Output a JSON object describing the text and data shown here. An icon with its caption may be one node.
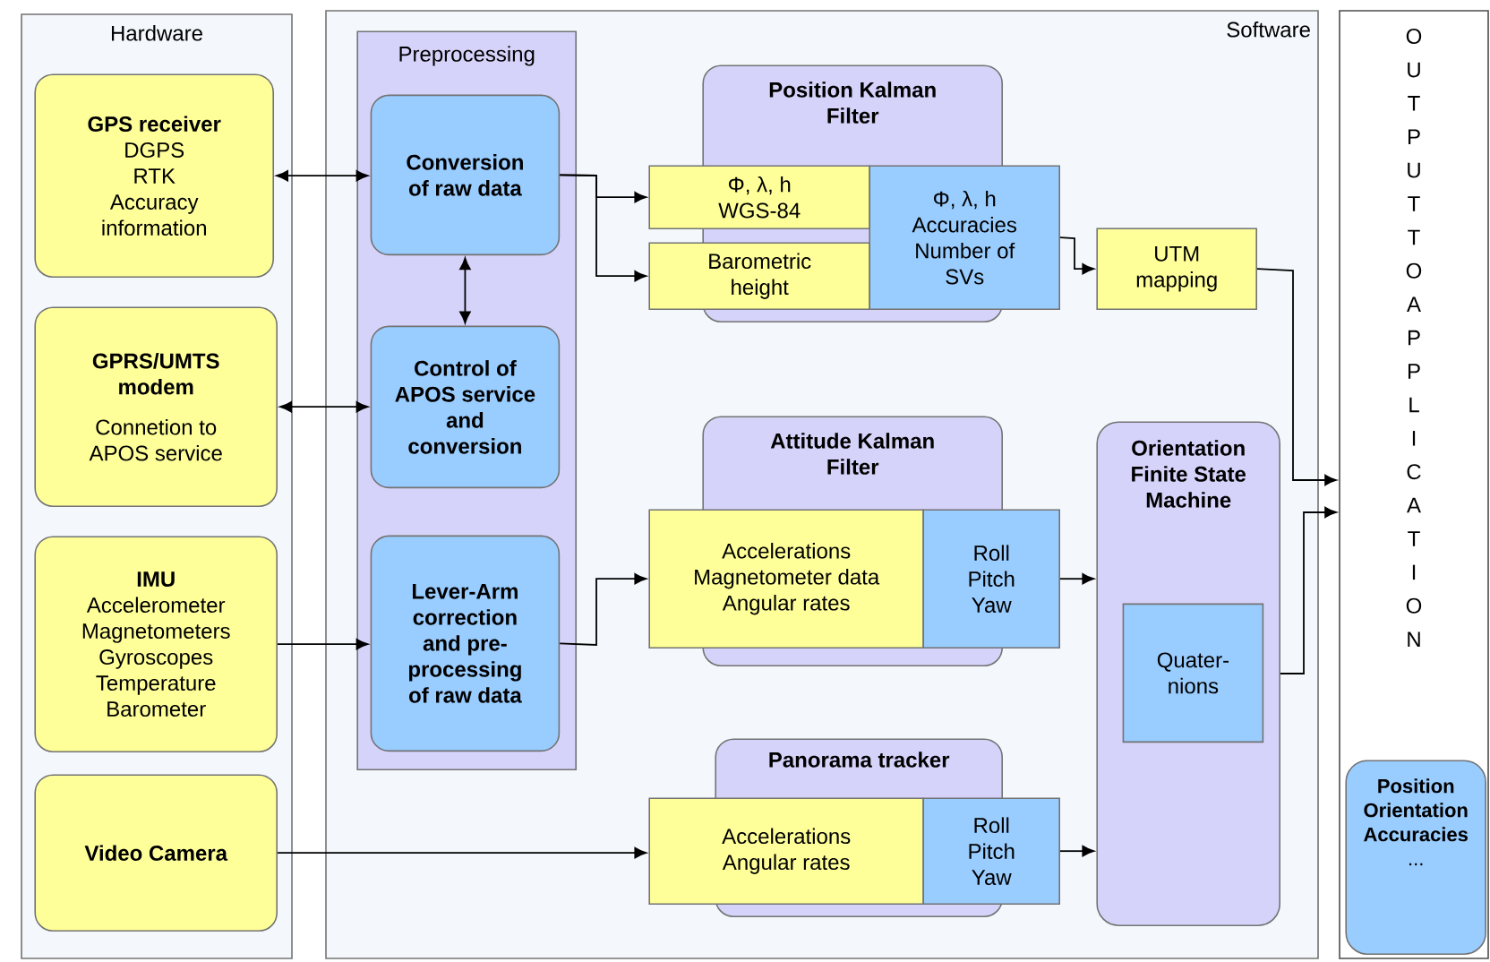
{
  "diagram": {
    "nodes": [
      {
        "text": [
          "Hardware"
        ]
      },
      {
        "text": [
          "GPS receiver",
          "DGPS RTK Accuracy information"
        ],
        "in": 0
      },
      {
        "text": [
          "GPRS/UMTS modem",
          "Connetion to APOS service"
        ],
        "in": 0
      },
      {
        "text": [
          "IMU",
          "Accelerometer Magnetometers Gyroscopes Temperature Barometer"
        ],
        "in": 0
      },
      {
        "text": [
          "Video Camera"
        ],
        "in": 0
      },
      {
        "text": [
          "Software"
        ]
      },
      {
        "text": [
          "Preprocessing"
        ],
        "in": 5
      },
      {
        "text": [
          "Conversion of raw data"
        ],
        "in": 6
      },
      {
        "text": [
          "Control of APOS service and conversion"
        ],
        "in": 6
      },
      {
        "text": [
          "Lever-Arm correction and pre- processing of raw data"
        ],
        "in": 6
      },
      {
        "text": [
          "Position Kalman Filter"
        ],
        "in": 5
      },
      {
        "text": [
          "Φ, λ, h WGS-84"
        ],
        "in": 5
      },
      {
        "text": [
          "Barometric height"
        ],
        "in": 5
      },
      {
        "text": [
          "Φ, λ, h Accuracies Number of SVs"
        ],
        "in": 5
      },
      {
        "text": [
          "UTM mapping"
        ],
        "in": 5
      },
      {
        "text": [
          "Attitude Kalman Filter"
        ],
        "in": 5
      },
      {
        "text": [
          "Accelerations Magnetometer data Angular rates"
        ],
        "in": 5
      },
      {
        "text": [
          "Roll Pitch Yaw"
        ],
        "in": 5
      },
      {
        "text": [
          "Panorama tracker"
        ],
        "in": 5
      },
      {
        "text": [
          "Accelerations Angular rates"
        ],
        "in": 5
      },
      {
        "text": [
          "Roll Pitch Yaw"
        ],
        "in": 5
      },
      {
        "text": [
          "Orientation Finite State Machine"
        ],
        "in": 5
      },
      {
        "text": [
          "Quater- nions"
        ],
        "in": 21
      },
      {
        "text": [
          "OUTPUT TO APPLICATION"
        ]
      },
      {
        "text": [
          "Position Orientation Accuracies",
          "..."
        ],
        "in": 23
      }
    ],
    "edges": [
      {
        "from": 1,
        "to": 7,
        "arrow": "both"
      },
      {
        "from": 7,
        "to": 8,
        "arrow": "both"
      },
      {
        "from": 2,
        "to": 8,
        "arrow": "both"
      },
      {
        "from": 3,
        "to": 9,
        "arrow": "to"
      },
      {
        "from": 7,
        "to": 11,
        "arrow": "to"
      },
      {
        "from": 7,
        "to": 12,
        "arrow": "to"
      },
      {
        "from": 9,
        "to": 16,
        "arrow": "to"
      },
      {
        "from": 13,
        "to": 14,
        "arrow": "to"
      },
      {
        "from": 4,
        "to": 19,
        "arrow": "to"
      },
      {
        "from": 17,
        "to": 21,
        "arrow": "to"
      },
      {
        "from": 20,
        "to": 21,
        "arrow": "to"
      },
      {
        "from": 14,
        "to": 23,
        "arrow": "to"
      },
      {
        "from": 21,
        "to": 23,
        "arrow": "to"
      }
    ]
  }
}
